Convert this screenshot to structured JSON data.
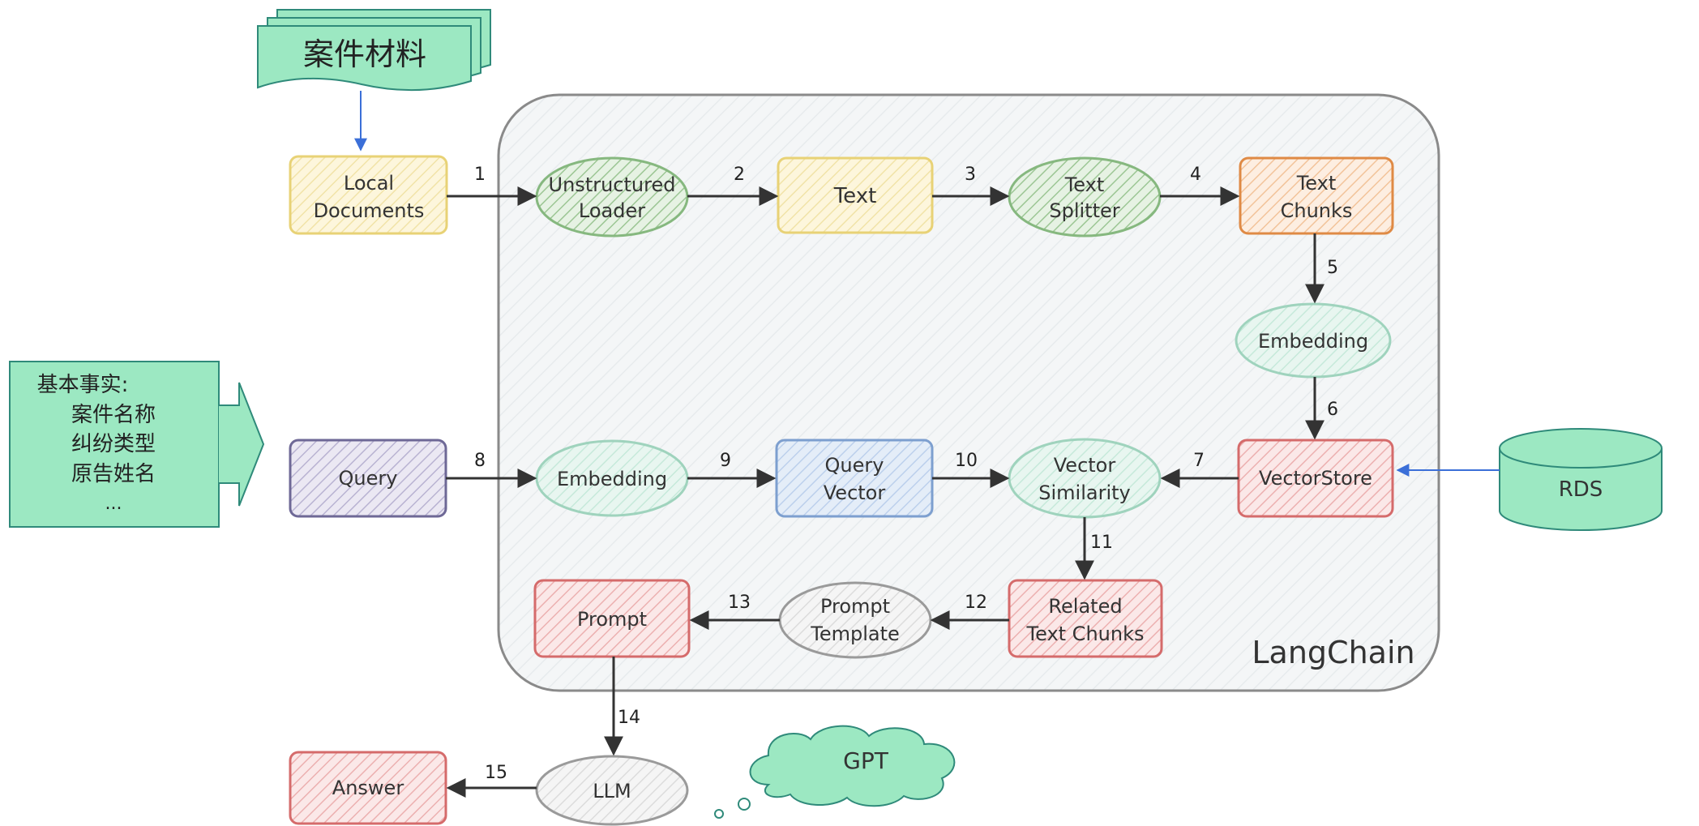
{
  "container_label": "LangChain",
  "case_materials": "案件材料",
  "basic_facts": {
    "lines": [
      "基本事实:",
      "案件名称",
      "纠纷类型",
      "原告姓名",
      "..."
    ]
  },
  "rds": "RDS",
  "gpt": "GPT",
  "nodes": {
    "local_documents": [
      "Local",
      "Documents"
    ],
    "unstructured_loader": [
      "Unstructured",
      "Loader"
    ],
    "text": [
      "Text"
    ],
    "text_splitter": [
      "Text",
      "Splitter"
    ],
    "text_chunks": [
      "Text",
      "Chunks"
    ],
    "embedding_top": [
      "Embedding"
    ],
    "vectorstore": [
      "VectorStore"
    ],
    "query": [
      "Query"
    ],
    "embedding_mid": [
      "Embedding"
    ],
    "query_vector": [
      "Query",
      "Vector"
    ],
    "vector_similarity": [
      "Vector",
      "Similarity"
    ],
    "related_text_chunks": [
      "Related",
      "Text Chunks"
    ],
    "prompt_template": [
      "Prompt",
      "Template"
    ],
    "prompt": [
      "Prompt"
    ],
    "llm": [
      "LLM"
    ],
    "answer": [
      "Answer"
    ]
  },
  "edges": [
    "1",
    "2",
    "3",
    "4",
    "5",
    "6",
    "7",
    "8",
    "9",
    "10",
    "11",
    "12",
    "13",
    "14",
    "15"
  ],
  "colors": {
    "yellow_fill": "#fdf6dc",
    "yellow_stroke": "#e8d276",
    "green_fill": "#dfeedd",
    "green_stroke": "#86b87f",
    "orange_fill": "#fbe3cf",
    "orange_stroke": "#df8a45",
    "mint_fill": "#e3f4ee",
    "mint_stroke": "#9fd3bd",
    "red_fill": "#f7dede",
    "red_stroke": "#d56b6b",
    "purple_fill": "#e4e0ef",
    "purple_stroke": "#6e6896",
    "blue_fill": "#e1ebf7",
    "blue_stroke": "#7d9fcf",
    "grey_fill": "#f1f1f1",
    "grey_stroke": "#9a9a9a",
    "sea_green": "#8ee6b8",
    "teal_stroke": "#2f8a7a",
    "container_fill": "#f3f5f6",
    "container_stroke": "#8a8a8a",
    "flow_blue": "#3b6fd8"
  }
}
